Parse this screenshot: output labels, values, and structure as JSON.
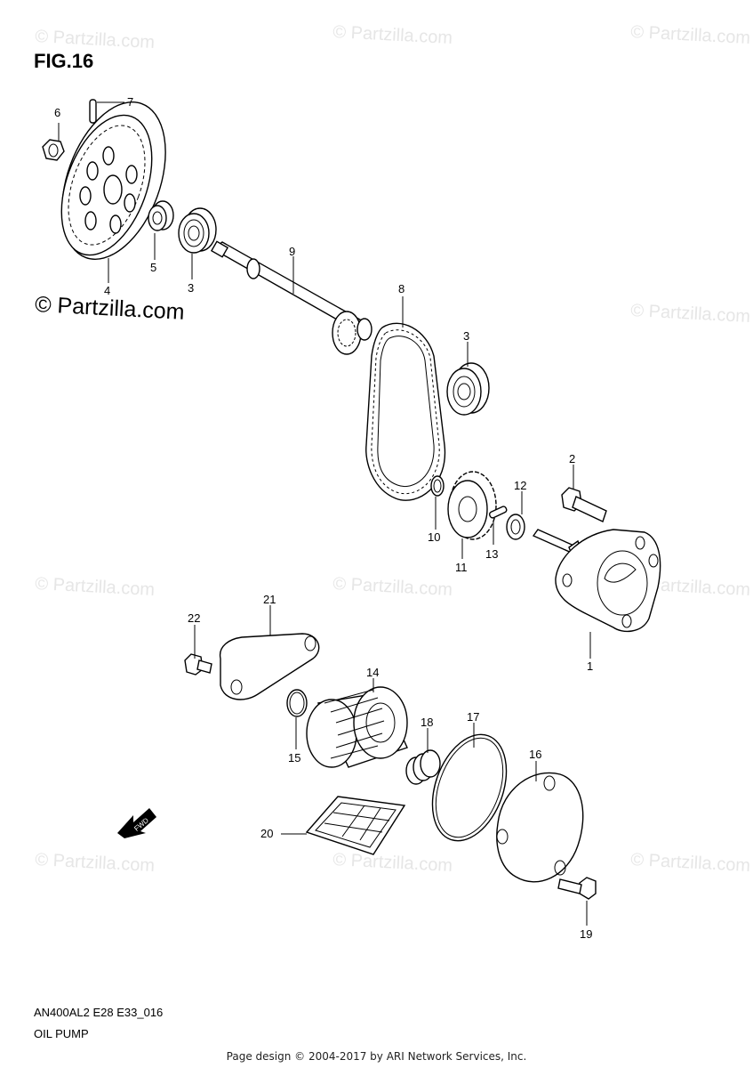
{
  "figure": {
    "title": "FIG.16",
    "brand": "© Partzilla.com",
    "watermark": "© Partzilla.com",
    "model_code": "AN400AL2 E28 E33_016",
    "part_group": "OIL PUMP",
    "footer": "Page design © 2004-2017 by ARI Network Services, Inc.",
    "fwd_label": "FWD"
  },
  "callouts": {
    "n1": "1",
    "n2": "2",
    "n3a": "3",
    "n3b": "3",
    "n4": "4",
    "n5": "5",
    "n6": "6",
    "n7": "7",
    "n8": "8",
    "n9": "9",
    "n10": "10",
    "n11": "11",
    "n12": "12",
    "n13": "13",
    "n14": "14",
    "n15": "15",
    "n16": "16",
    "n17": "17",
    "n18": "18",
    "n19": "19",
    "n20": "20",
    "n21": "21",
    "n22": "22"
  }
}
